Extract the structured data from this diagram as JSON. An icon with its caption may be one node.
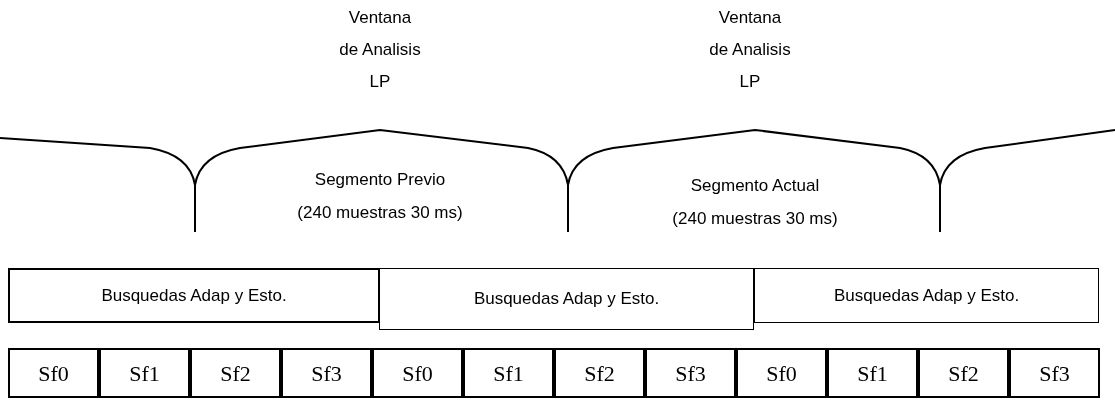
{
  "diagram": {
    "nodes": [
      {
        "text": [
          "Busquedas Adap y Esto."
        ]
      },
      {
        "text": [
          "Busquedas Adap y Esto."
        ]
      },
      {
        "text": [
          "Busquedas Adap y Esto."
        ]
      },
      {
        "text": [
          "Sf0"
        ]
      },
      {
        "text": [
          "Sf1"
        ]
      },
      {
        "text": [
          "Sf2"
        ]
      },
      {
        "text": [
          "Sf3"
        ]
      },
      {
        "text": [
          "Sf0"
        ]
      },
      {
        "text": [
          "Sf1"
        ]
      },
      {
        "text": [
          "Sf2"
        ]
      },
      {
        "text": [
          "Sf3"
        ]
      },
      {
        "text": [
          "Sf0"
        ]
      },
      {
        "text": [
          "Sf1"
        ]
      },
      {
        "text": [
          "Sf2"
        ]
      },
      {
        "text": [
          "Sf3"
        ]
      }
    ],
    "labels": [
      "Ventana",
      "de Analisis",
      "LP",
      "Ventana",
      "de Analisis",
      "LP",
      "Segmento Previo",
      "(240 muestras 30 ms)",
      "Segmento Actual",
      "(240 muestras 30 ms)"
    ]
  }
}
